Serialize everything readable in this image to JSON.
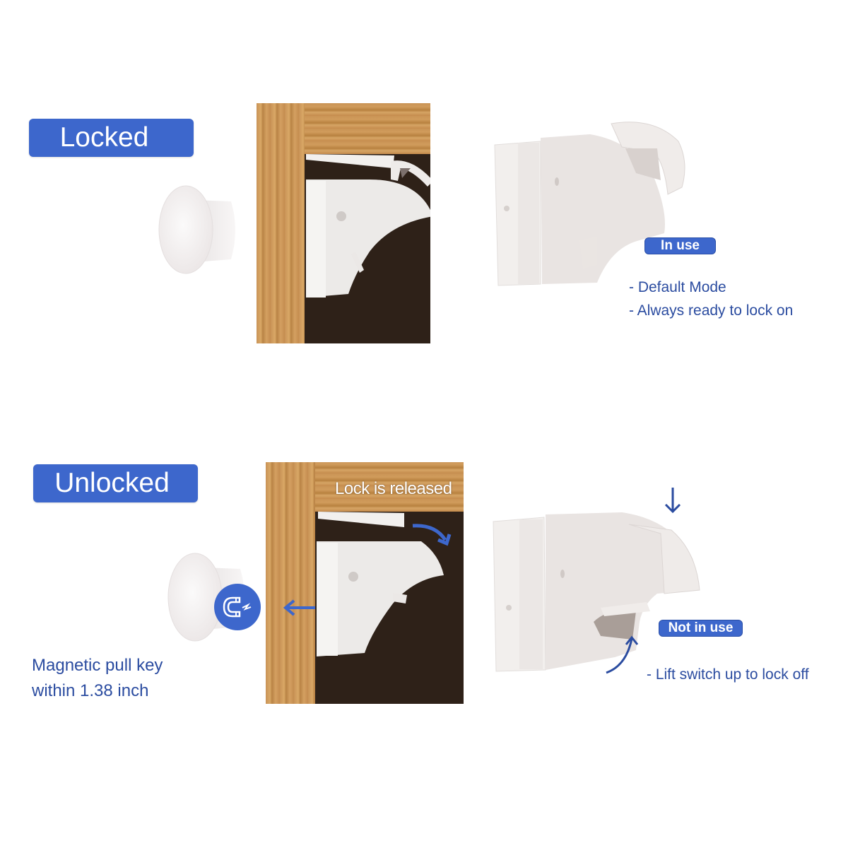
{
  "sections": {
    "locked": {
      "label": "Locked",
      "status_tag": "In use",
      "notes": [
        "- Default Mode",
        "- Always ready to lock on"
      ]
    },
    "unlocked": {
      "label": "Unlocked",
      "panel_caption": "Lock is released",
      "status_tag": "Not in use",
      "notes": [
        "- Lift switch up to lock off"
      ],
      "key_caption": [
        "Magnetic pull key",
        "within 1.38 inch"
      ]
    }
  },
  "icons": {
    "magnet": "magnet-icon",
    "arrow_left": "arrow-left-icon",
    "arrow_down": "arrow-down-icon",
    "arrow_curved_up": "curved-arrow-up-icon",
    "arrow_curved_down": "curved-arrow-down-icon"
  },
  "colors": {
    "accent": "#3d67cc",
    "text_blue": "#2b4ca0",
    "wood": "#c99357",
    "cabinet_dark": "#2e2118",
    "plastic": "#efecea"
  }
}
